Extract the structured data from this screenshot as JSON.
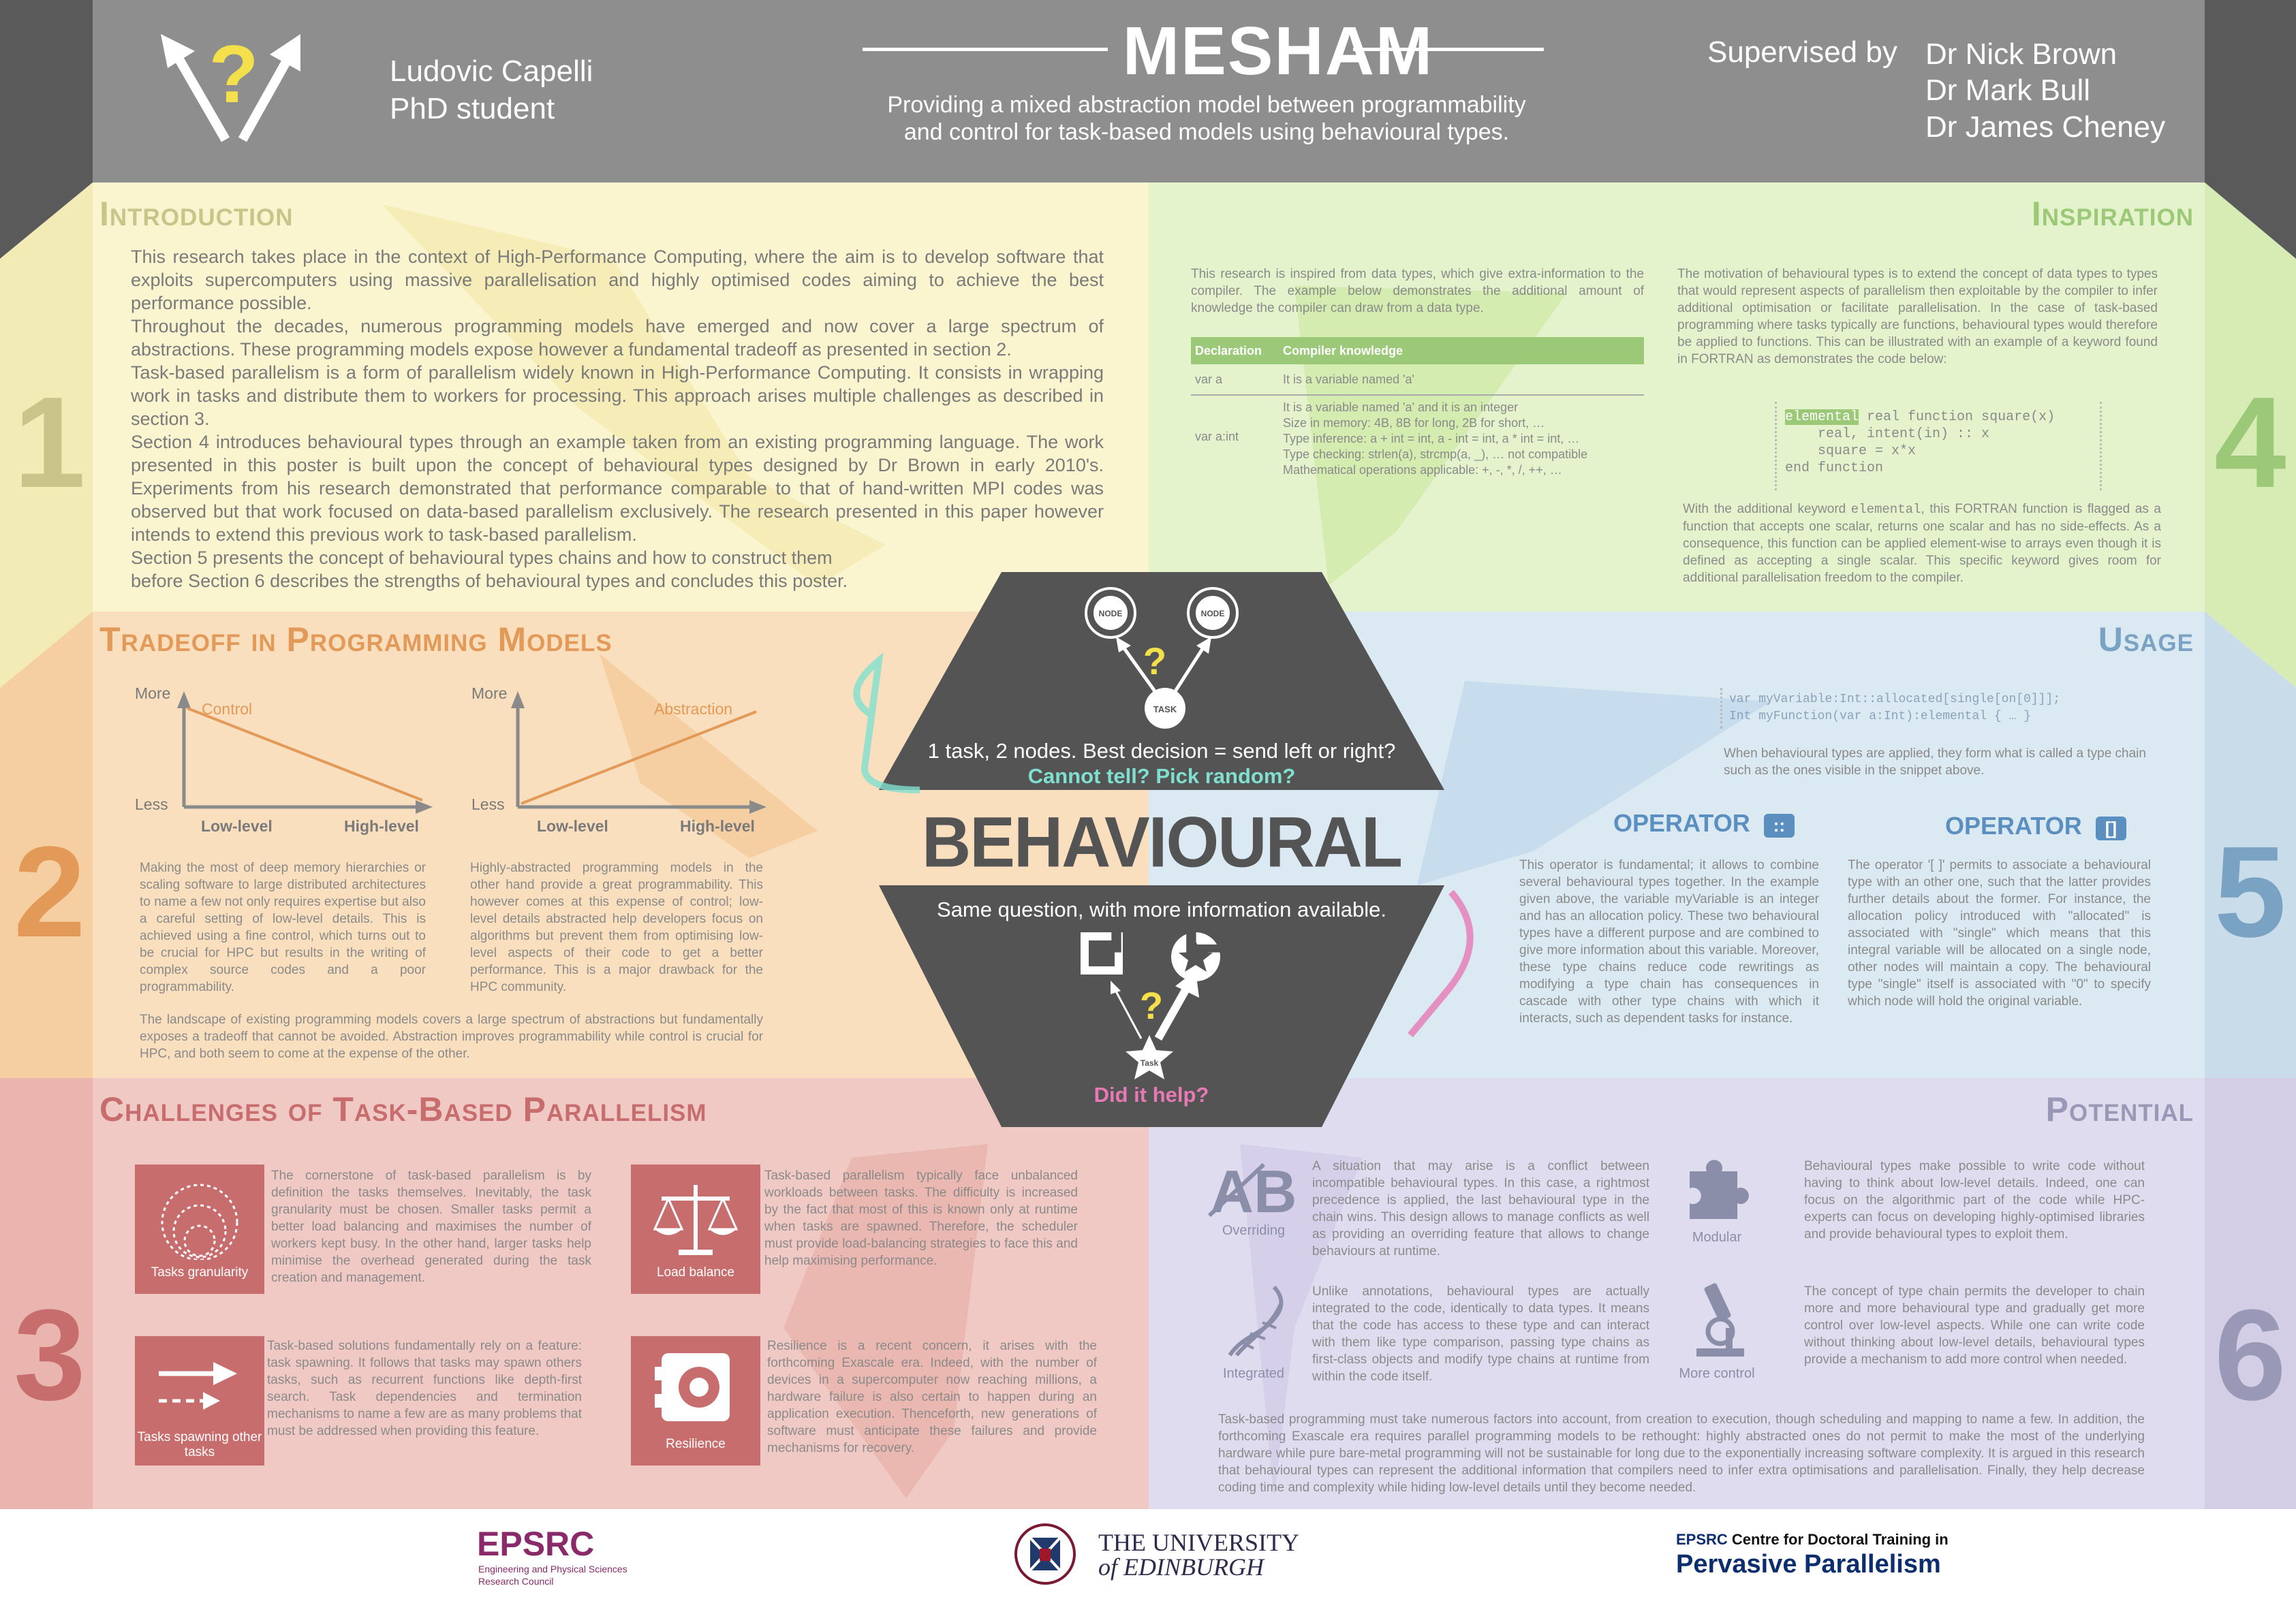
{
  "header": {
    "name_line1": "Ludovic Capelli",
    "name_line2": "PhD student",
    "title": "MESHAM",
    "subtitle_line1": "Providing a mixed abstraction model between programmability",
    "subtitle_line2": "and control for task-based models using behavioural types.",
    "supervised_label": "Supervised by",
    "supervisors": [
      "Dr Nick Brown",
      "Dr Mark Bull",
      "Dr James Cheney"
    ]
  },
  "sections": {
    "introduction": {
      "title": "Introduction",
      "number": "1",
      "paragraphs": [
        "This research takes place in the context of High-Performance Computing, where the aim is to develop software that exploits supercomputers using massive parallelisation and highly optimised codes aiming to achieve the best performance possible.",
        "Throughout the decades, numerous programming models have emerged and now cover a large spectrum of abstractions. These programming models expose however a fundamental tradeoff as presented in section 2.",
        "Task-based parallelism is a form of parallelism widely known in High-Performance Computing. It consists in wrapping work in tasks and distribute them to workers for processing. This approach arises multiple challenges as described in section 3.",
        "Section 4 introduces behavioural types through an example taken from an existing programming language. The work presented in this poster is built upon the concept of behavioural types designed by Dr Brown in early 2010's. Experiments from his research demonstrated that performance comparable to that of hand-written MPI codes was observed but that work focused on data-based parallelism exclusively. The research presented in this paper however intends to extend this previous work to task-based parallelism.",
        "Section 5 presents the concept of behavioural types chains and how to construct them",
        "before Section 6 describes the strengths of behavioural types and concludes this poster."
      ]
    },
    "tradeoff": {
      "title": "Tradeoff in Programming Models",
      "number": "2",
      "chart1": {
        "more": "More",
        "less": "Less",
        "series": "Control",
        "x_low": "Low-level",
        "x_high": "High-level"
      },
      "chart2": {
        "more": "More",
        "less": "Less",
        "series": "Abstraction",
        "x_low": "Low-level",
        "x_high": "High-level"
      },
      "text_left": "Making the most of deep memory hierarchies or scaling software to large distributed architectures to name a few not only requires expertise but also a careful setting of low-level details. This is achieved using a fine control, which turns out to be crucial for HPC but results in the writing of complex source codes and a poor programmability.",
      "text_right": "Highly-abstracted programming models in the other hand provide a great programmability. This however comes at this expense of control; low-level details abstracted help developers focus on algorithms but prevent them from optimising low-level aspects of their code to get a better performance. This is a major drawback for the HPC community.",
      "text_bottom": "The landscape of existing programming models covers a large spectrum of abstractions but fundamentally exposes a tradeoff that cannot be avoided. Abstraction improves programmability while control is crucial for HPC, and both seem to come at the expense of the other."
    },
    "challenges": {
      "title": "Challenges of Task-Based Parallelism",
      "number": "3",
      "items": [
        {
          "label": "Tasks granularity",
          "text": "The cornerstone of task-based parallelism is by definition the tasks themselves. Inevitably, the task granularity must be chosen. Smaller tasks permit a better load balancing and maximises the number of workers kept busy. In the other hand, larger tasks help minimise the overhead generated during the task creation and management."
        },
        {
          "label": "Load balance",
          "text": "Task-based parallelism typically face unbalanced workloads between tasks. The difficulty is increased by the fact that most of this is known only at runtime when tasks are spawned. Therefore, the scheduler must provide load-balancing strategies to face this and help maximising performance."
        },
        {
          "label": "Tasks spawning other tasks",
          "text": "Task-based solutions fundamentally rely on a feature: task spawning. It follows that tasks may spawn others tasks, such as recurrent functions like depth-first search. Task dependencies and termination mechanisms to name a few are as many problems that must be addressed when providing this feature."
        },
        {
          "label": "Resilience",
          "text": "Resilience is a recent concern, it arises with the forthcoming Exascale era. Indeed, with the number of devices in a supercomputer now reaching millions, a hardware failure is also certain to happen during an application execution. Thenceforth, new generations of software must anticipate these failures and provide mechanisms for recovery."
        }
      ]
    },
    "inspiration": {
      "title": "Inspiration",
      "number": "4",
      "intro": "This research is inspired from data types, which give extra-information to the compiler. The example below demonstrates the additional amount of knowledge the compiler can draw from a data type.",
      "table_headers": [
        "Declaration",
        "Compiler knowledge"
      ],
      "row1_decl": "var a",
      "row1_know": "It is a variable named 'a'",
      "row2_decl": "var a:int",
      "row2_know": [
        "It is a variable named 'a' and it is an integer",
        "Size in memory: 4B, 8B for long, 2B for short, …",
        "Type inference: a + int = int, a - int = int, a * int = int, …",
        "Type checking: strlen(a), strcmp(a, _), … not compatible",
        "Mathematical operations applicable: +, -, *, /, ++, …"
      ],
      "right_text": "The motivation of behavioural types is to extend the concept of data types to types that would represent aspects of parallelism then exploitable by the compiler to infer additional optimisation or facilitate parallelisation. In the case of task-based programming where tasks typically are functions, behavioural types would therefore be applied to functions. This can be illustrated with an example of a keyword found in FORTRAN as demonstrates the code below:",
      "code_keyword": "elemental",
      "code_line1_rest": " real function square(x)",
      "code_line2": "    real, intent(in) :: x",
      "code_line3": "    square = x*x",
      "code_line4": "end function",
      "after_pre": "With the additional keyword ",
      "after_kw": "elemental",
      "after_post": ", this FORTRAN function is flagged as a function that accepts one scalar, returns one scalar and has no side-effects. As a consequence, this function can be applied element-wise to arrays even though it is defined as accepting a single scalar. This specific keyword gives room for additional parallelisation freedom to the compiler."
    },
    "usage": {
      "title": "Usage",
      "number": "5",
      "code_line1": "var myVariable:Int::allocated[single[on[0]]];",
      "code_line2": "Int myFunction(var a:Int):elemental { … }",
      "snippet_caption": "When behavioural types are applied, they form what is called a type chain such as the ones visible in the snippet above.",
      "op1_label": "OPERATOR",
      "op1_symbol": "::",
      "op1_text": "This operator is fundamental; it allows to combine several behavioural types together. In the example given above, the variable myVariable is an integer and has an allocation policy. These two behavioural types have a different purpose and are combined to give more information about this variable. Moreover, these type chains reduce code rewritings as modifying a type chain has consequences in cascade with other type chains with which it interacts, such as dependent tasks for instance.",
      "op2_label": "OPERATOR",
      "op2_symbol": "[]",
      "op2_text": "The operator '[ ]' permits to associate a behavioural type with an other one, such that the latter provides further details about the former. For instance, the allocation policy introduced with \"allocated\" is associated with \"single\" which means that this integral variable will be allocated on a single node, other nodes will maintain a copy. The behavioural type \"single\" itself is associated with \"0\" to specify which node will hold the original variable."
    },
    "potential": {
      "title": "Potential",
      "number": "6",
      "items": [
        {
          "label": "Overriding",
          "text": "A situation that may arise is a conflict between incompatible behavioural types. In this case, a rightmost precedence is applied, the last behavioural type in the chain wins. This design allows to manage conflicts as well as providing an overriding feature that allows to change behaviours at runtime."
        },
        {
          "label": "Modular",
          "text": "Behavioural types make possible to write code without having to think about low-level details. Indeed, one can focus on the algorithmic part of the code while HPC-experts can focus on developing highly-optimised libraries and provide behavioural types to exploit them."
        },
        {
          "label": "Integrated",
          "text": "Unlike annotations, behavioural types are actually integrated to the code, identically to data types. It means that the code has access to these type and can interact with them like type comparison, passing type chains as first-class objects and modify type chains at runtime from within the code itself."
        },
        {
          "label": "More control",
          "text": "The concept of type chain permits the developer to chain more and more behavioural type and gradually get more control over low-level aspects. While one can write code without thinking about low-level details, behavioural types provide a mechanism to add more control when needed."
        }
      ],
      "conclusion": "Task-based programming must take numerous factors into account, from creation to execution, though scheduling and mapping to name a few. In addition, the forthcoming Exascale era requires parallel programming models to be rethought: highly abstracted ones do not permit to make the most of the underlying hardware while pure bare-metal programming will not be sustainable for long due to the exponentially increasing software complexity. It is argued in this research that behavioural types can represent the additional information that compilers need to infer extra optimisations and parallelisation. Finally, they help decrease coding time and complexity while hiding low-level details until they become needed."
    }
  },
  "center": {
    "node_label": "NODE",
    "task_label": "TASK",
    "task_label2": "Task",
    "question_mark": "?",
    "top_line": "1 task, 2 nodes. Best decision = send left or right?",
    "top_question": "Cannot tell? Pick random?",
    "banner": "BEHAVIOURAL TYPES",
    "bottom_line": "Same question, with more information available.",
    "bottom_question": "Did it help?"
  },
  "footer": {
    "epsrc": "EPSRC",
    "epsrc_sub1": "Engineering and Physical Sciences",
    "epsrc_sub2": "Research Council",
    "uni_line1": "THE UNIVERSITY",
    "uni_line2": "of EDINBURGH",
    "cdt_prefix": "EPSRC",
    "cdt_line1": "Centre for Doctoral Training in",
    "cdt_line2": "Pervasive Parallelism"
  },
  "colors": {
    "header": "#8e8e8e",
    "intro_bg": "#fbf5cf",
    "intro_accent": "#c9c48a",
    "inspiration_bg": "#e5f3cc",
    "inspiration_accent": "#9cc978",
    "tradeoff_bg": "#f9dfbd",
    "tradeoff_accent": "#e39a58",
    "usage_bg": "#dbe9f3",
    "usage_accent": "#7aa2c2",
    "challenges_bg": "#f1c9c4",
    "challenges_accent": "#c86d6d",
    "potential_bg": "#e0dcef",
    "potential_accent": "#9a98b7",
    "center_bg": "#545454",
    "yellow": "#f3e04a"
  }
}
